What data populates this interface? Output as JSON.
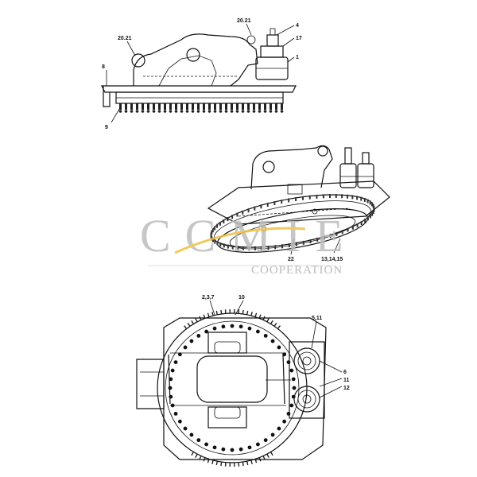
{
  "watermark": {
    "brand": "CCMIE",
    "tagline": "COOPERATION",
    "color": "#bdbdbd",
    "accent": "#f0c040"
  },
  "callouts": {
    "top_view": {
      "c1": "20.21",
      "c2": "20.21",
      "c3": "4",
      "c4": "17",
      "c5": "1",
      "c6": "8",
      "c7": "9"
    },
    "iso_view": {
      "c1": "22",
      "c2": "13,14,15"
    },
    "plan_view": {
      "c1": "2,3,7",
      "c2": "10",
      "c3": "5,11",
      "c4": "6",
      "c5": "11",
      "c6": "12"
    }
  }
}
